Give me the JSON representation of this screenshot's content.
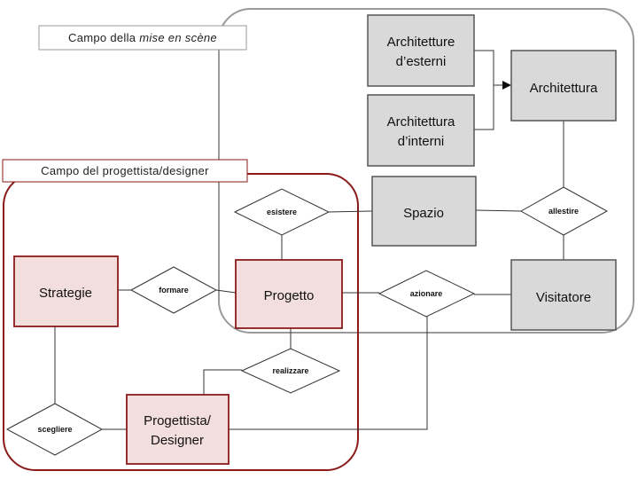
{
  "groups": {
    "mise_en_scene": {
      "label_prefix": "Campo della ",
      "label_italic": "mise en scène"
    },
    "progettista": {
      "label": "Campo del progettista/designer"
    }
  },
  "entities": {
    "architetture_esterni": {
      "line1": "Architetture",
      "line2": "d’esterni"
    },
    "architettura_interni": {
      "line1": "Architettura",
      "line2": "d’interni"
    },
    "architettura": {
      "label": "Architettura"
    },
    "spazio": {
      "label": "Spazio"
    },
    "visitatore": {
      "label": "Visitatore"
    },
    "strategie": {
      "label": "Strategie"
    },
    "progetto": {
      "label": "Progetto"
    },
    "progettista_designer": {
      "line1": "Progettista/",
      "line2": "Designer"
    }
  },
  "relations": {
    "esistere": "esistere",
    "allestire": "allestire",
    "formare": "formare",
    "azionare": "azionare",
    "realizzare": "realizzare",
    "scegliere": "scegliere"
  },
  "colors": {
    "grey_fill": "#d9d9d9",
    "grey_stroke": "#555555",
    "red_fill": "#f3dede",
    "red_stroke": "#8b1a1a",
    "group_grey": "#9a9a9a"
  }
}
